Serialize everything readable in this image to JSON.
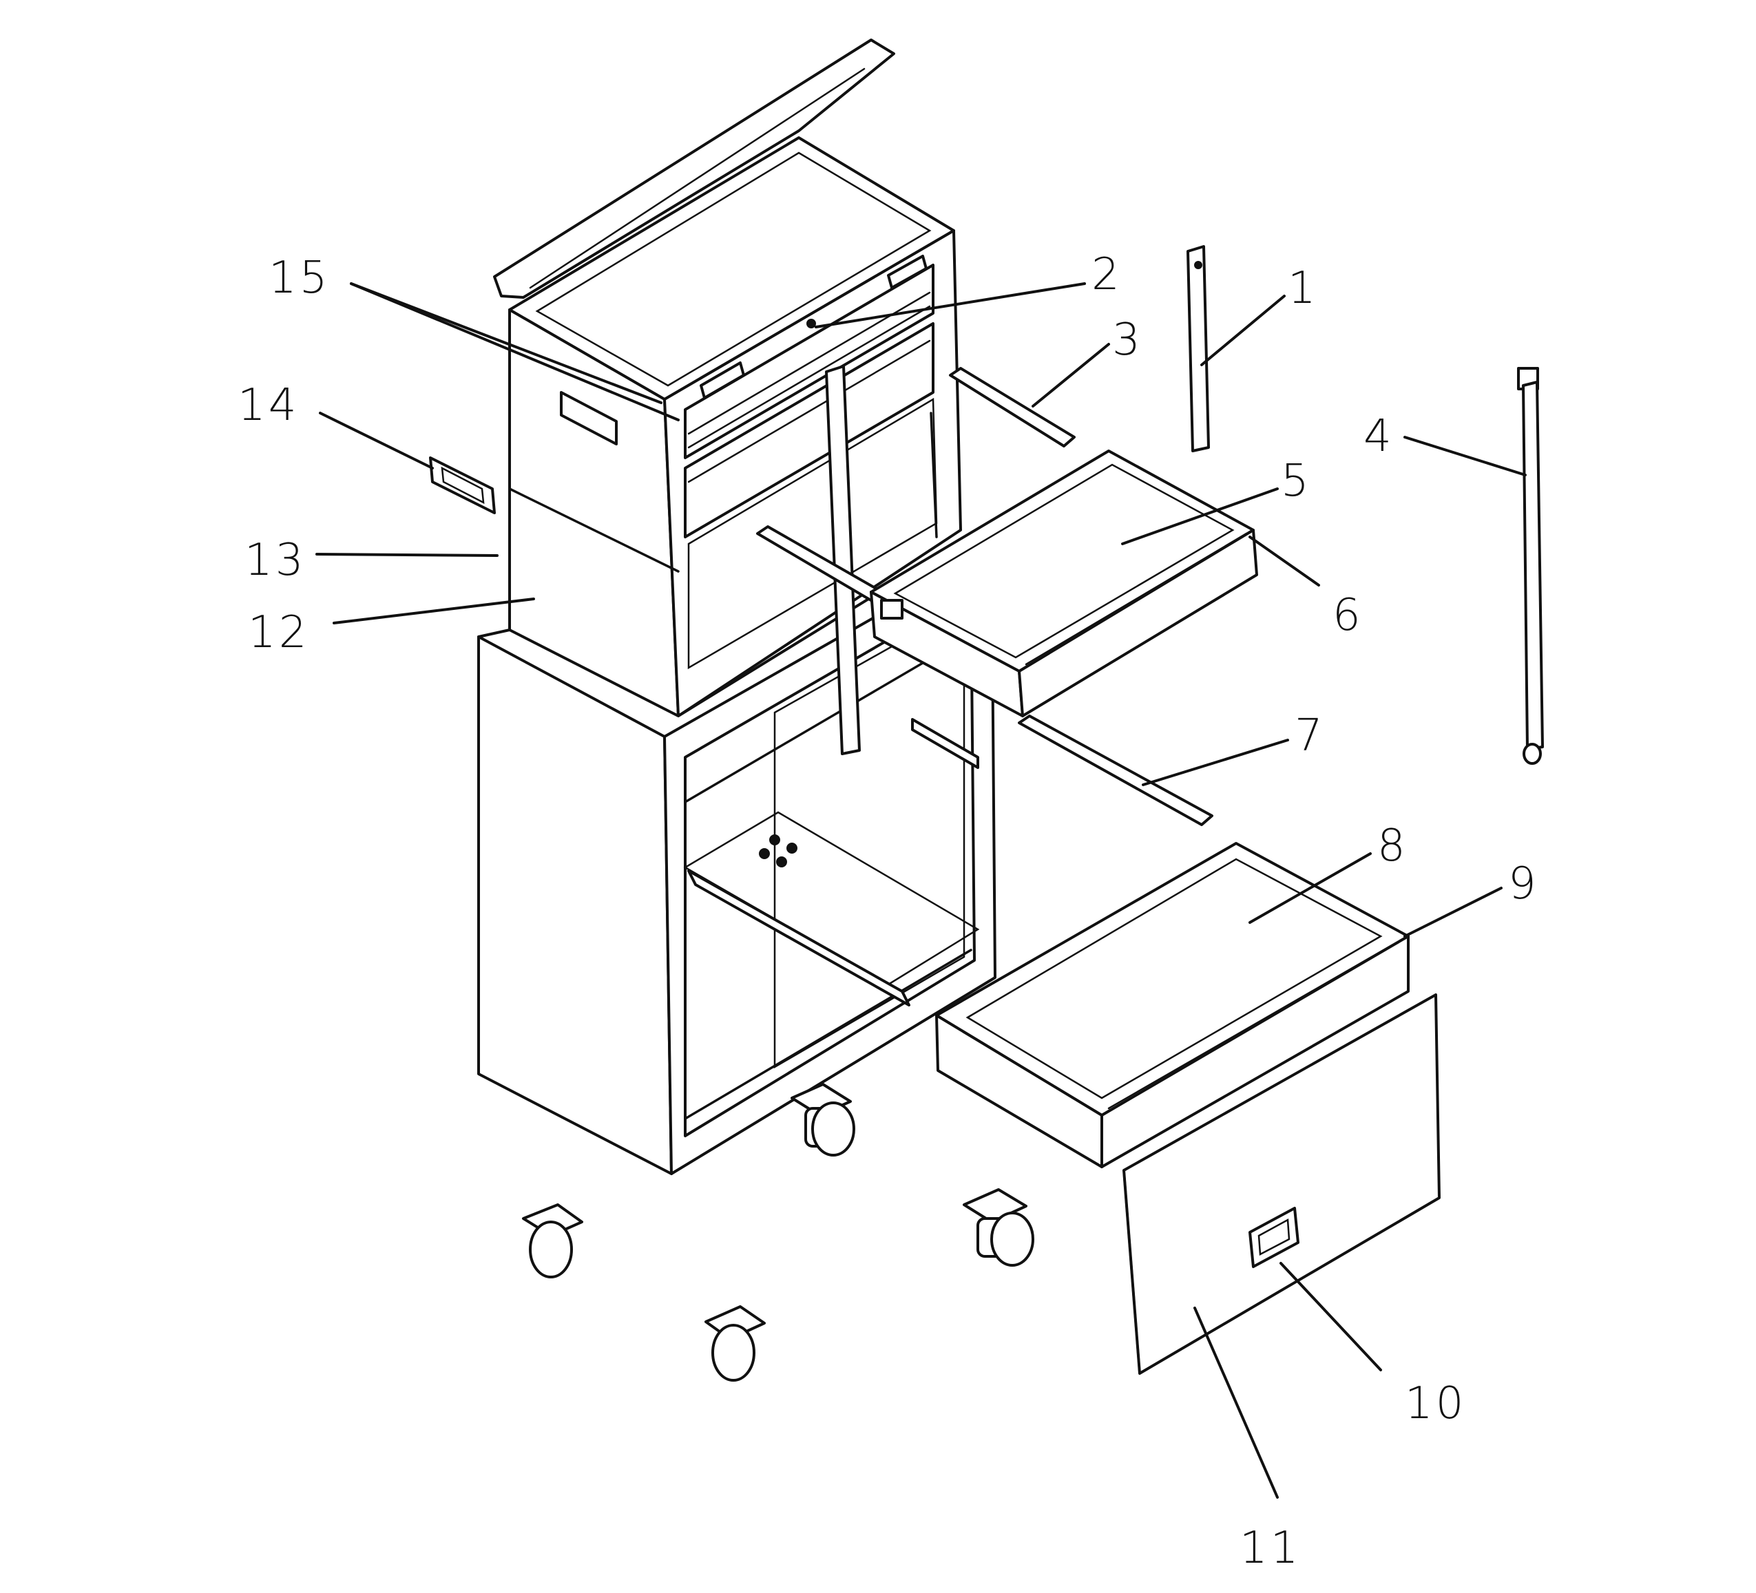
{
  "colors": {
    "ink": "#111111",
    "paper": "#ffffff"
  },
  "callouts": [
    {
      "id": "1",
      "text": "1"
    },
    {
      "id": "2",
      "text": "2"
    },
    {
      "id": "3",
      "text": "3"
    },
    {
      "id": "4",
      "text": "4"
    },
    {
      "id": "5",
      "text": "5"
    },
    {
      "id": "6",
      "text": "6"
    },
    {
      "id": "7",
      "text": "7"
    },
    {
      "id": "8",
      "text": "8"
    },
    {
      "id": "9",
      "text": "9"
    },
    {
      "id": "10",
      "text": "10"
    },
    {
      "id": "11",
      "text": "11"
    },
    {
      "id": "12",
      "text": "12"
    },
    {
      "id": "13",
      "text": "13"
    },
    {
      "id": "14",
      "text": "14"
    },
    {
      "id": "15",
      "text": "15"
    }
  ]
}
